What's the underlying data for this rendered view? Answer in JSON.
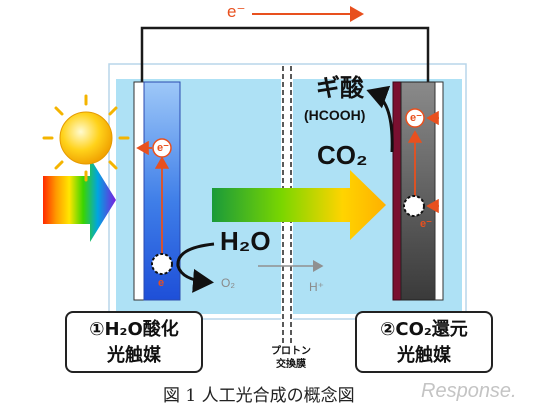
{
  "diagram": {
    "wire_electron_label": "e⁻",
    "product": {
      "name": "ギ酸",
      "formula": "(HCOOH)"
    },
    "reactant_right": "CO₂",
    "reactant_left": "H₂O",
    "byproduct_left": "O₂",
    "proton_label": "H⁺",
    "membrane_label_line1": "プロトン",
    "membrane_label_line2": "交換膜",
    "left_catalyst": {
      "line1": "①H₂O酸化",
      "line2": "光触媒"
    },
    "right_catalyst": {
      "line1": "②CO₂還元",
      "line2": "光触媒"
    },
    "electron_symbol": "e",
    "electron_symbol_neg": "e⁻"
  },
  "caption": "図 1  人工光合成の概念図",
  "watermark": "Response.",
  "colors": {
    "electrolyte": "#aee1f5",
    "electrode_left": "#2b67e8",
    "electrode_right": "#4a4a4a",
    "electron_arrow": "#e8501e",
    "wire": "#1a1a1a"
  }
}
